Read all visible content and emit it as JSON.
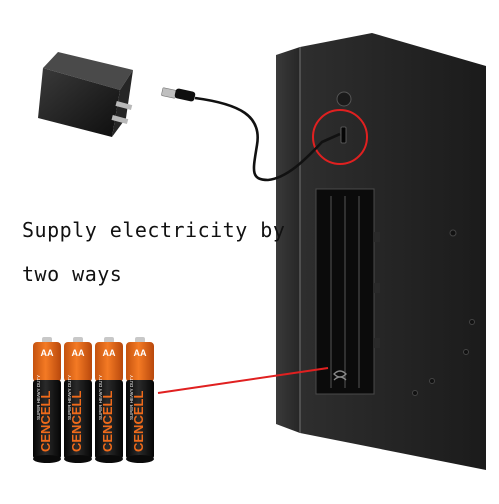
{
  "caption": {
    "line1": "Supply electricity by",
    "line2": "two ways"
  },
  "battery": {
    "size_label": "AA",
    "brand": "CENCELL",
    "type_label": "SUPER HEAVY DUTY",
    "count": 4
  },
  "colors": {
    "battery_orange": "#ef6a1a",
    "battery_black": "#151515",
    "device_body": "#232323",
    "highlight_red": "#e02020"
  }
}
